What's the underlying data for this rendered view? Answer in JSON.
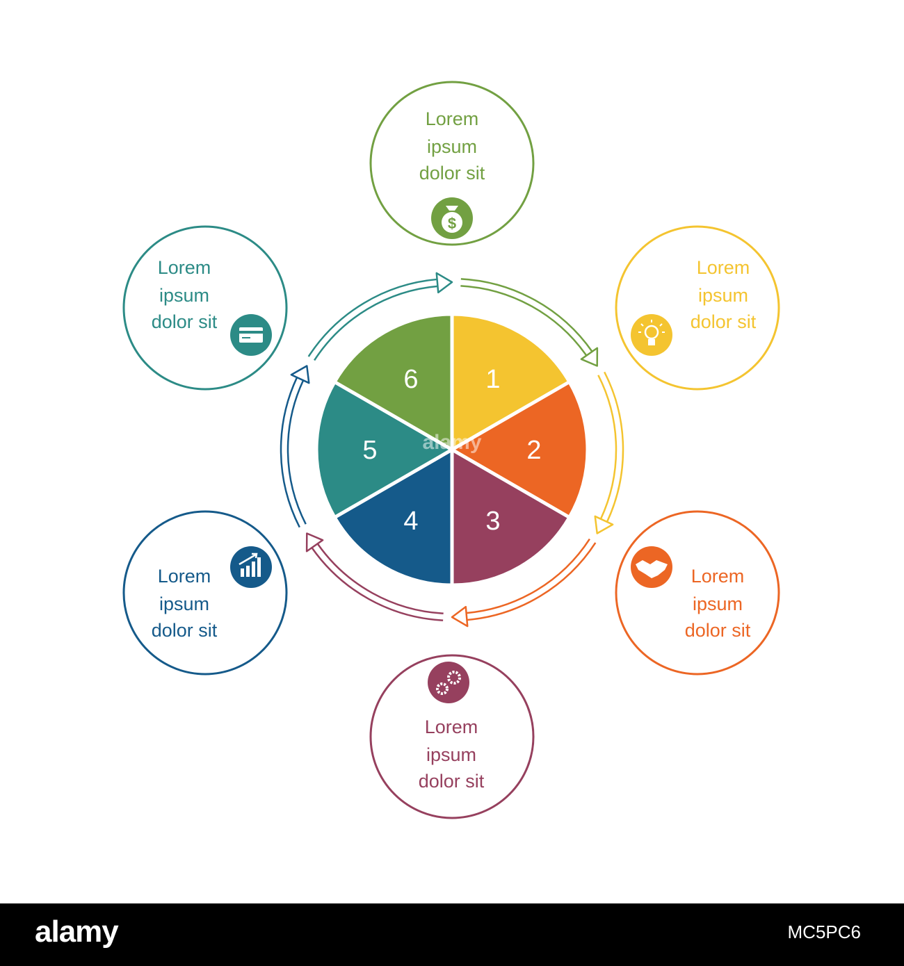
{
  "colors": {
    "yellow": "#F4C430",
    "orange": "#EC6624",
    "maroon": "#96405E",
    "blue": "#155A8A",
    "teal": "#2C8B86",
    "green": "#72A042"
  },
  "segments": [
    {
      "number": "1",
      "color": "#F4C430"
    },
    {
      "number": "2",
      "color": "#EC6624"
    },
    {
      "number": "3",
      "color": "#96405E"
    },
    {
      "number": "4",
      "color": "#155A8A"
    },
    {
      "number": "5",
      "color": "#2C8B86"
    },
    {
      "number": "6",
      "color": "#72A042"
    }
  ],
  "items": [
    {
      "lines": [
        "Lorem",
        "ipsum",
        "dolor sit"
      ],
      "color": "#72A042",
      "icon": "money-bag-icon"
    },
    {
      "lines": [
        "Lorem",
        "ipsum",
        "dolor sit"
      ],
      "color": "#F4C430",
      "icon": "light-bulb-icon"
    },
    {
      "lines": [
        "Lorem",
        "ipsum",
        "dolor sit"
      ],
      "color": "#EC6624",
      "icon": "handshake-icon"
    },
    {
      "lines": [
        "Lorem",
        "ipsum",
        "dolor sit"
      ],
      "color": "#96405E",
      "icon": "gears-icon"
    },
    {
      "lines": [
        "Lorem",
        "ipsum",
        "dolor sit"
      ],
      "color": "#155A8A",
      "icon": "growth-chart-icon"
    },
    {
      "lines": [
        "Lorem",
        "ipsum",
        "dolor sit"
      ],
      "color": "#2C8B86",
      "icon": "credit-card-icon"
    }
  ],
  "footer": {
    "logo": "alamy",
    "image_id": "MC5PC6"
  },
  "watermark": "alamy"
}
